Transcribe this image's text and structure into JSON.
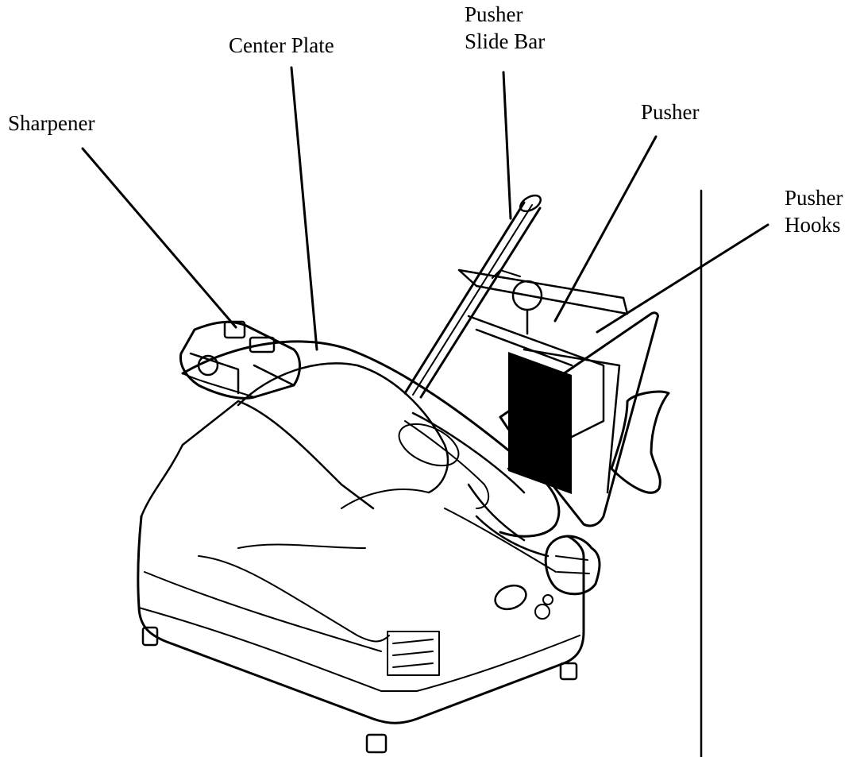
{
  "labels": {
    "sharpener": "Sharpener",
    "center_plate": "Center Plate",
    "pusher_slide_bar": [
      "Pusher",
      "Slide Bar"
    ],
    "pusher": "Pusher",
    "pusher_hooks": [
      "Pusher",
      "Hooks"
    ]
  },
  "colors": {
    "ink": "#000000",
    "paper": "#ffffff"
  },
  "icons": {
    "main_illustration": "meat-slicer-drawing"
  }
}
